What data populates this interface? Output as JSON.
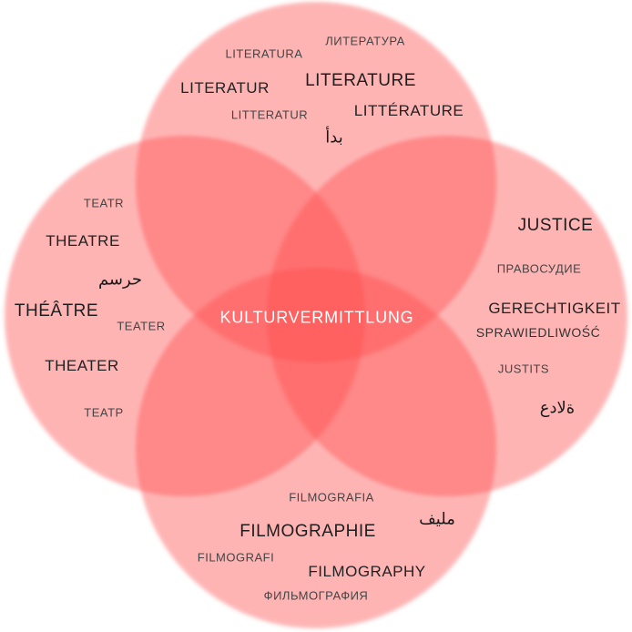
{
  "center_label": "KULTURVERMITTLUNG",
  "circles": {
    "literature": {
      "labels": [
        "LITERATURA",
        "ЛИТЕРАТУРА",
        "LITERATUR",
        "LITERATURE",
        "LITTERATUR",
        "LITTÉRATURE",
        "بدأ"
      ]
    },
    "theatre": {
      "labels": [
        "TEATR",
        "THEATRE",
        "حرسم",
        "THÉÂTRE",
        "TEATER",
        "THEATER",
        "ТЕАТР"
      ]
    },
    "justice": {
      "labels": [
        "JUSTICE",
        "ПРАВОСУДИЕ",
        "GERECHTIGKEIT",
        "SPRAWIEDLIWOŚĆ",
        "JUSTITS",
        "ةلادع"
      ]
    },
    "film": {
      "labels": [
        "FILMOGRAFIA",
        "مليف",
        "FILMOGRAPHIE",
        "FILMOGRAFI",
        "FILMOGRAPHY",
        "ФИЛЬМОГРАФИЯ"
      ]
    }
  },
  "colors": {
    "circle_fill": "#ff4d4d",
    "center_text": "#ffffff"
  }
}
